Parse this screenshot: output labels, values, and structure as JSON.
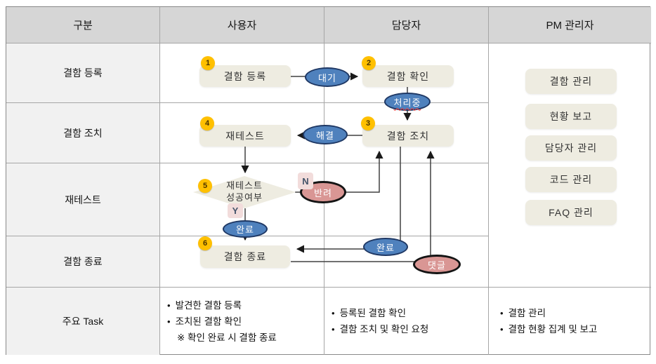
{
  "table": {
    "header": [
      "구분",
      "사용자",
      "담당자",
      "PM 관리자"
    ],
    "row_labels": [
      "결함 등록",
      "결함 조치",
      "재테스트",
      "결함 종료",
      "주요 Task"
    ]
  },
  "flow": {
    "steps": {
      "register": {
        "num": "1",
        "label": "결함 등록"
      },
      "confirm": {
        "num": "2",
        "label": "결함 확인"
      },
      "action": {
        "num": "3",
        "label": "결함 조치"
      },
      "retest": {
        "num": "4",
        "label": "재테스트"
      },
      "decision": {
        "num": "5",
        "label_line1": "재테스트",
        "label_line2": "성공여부"
      },
      "close": {
        "num": "6",
        "label": "결함 종료"
      }
    },
    "statuses": {
      "wait": "대기",
      "in_progress": "처리중",
      "resolved": "해결",
      "reject": "반려",
      "complete_user": "완료",
      "complete_manager": "완료",
      "comment": "댓글"
    },
    "branches": {
      "no": "N",
      "yes": "Y"
    }
  },
  "pm_menu": [
    "결함 관리",
    "현황 보고",
    "담당자 관리",
    "코드 관리",
    "FAQ 관리"
  ],
  "tasks": {
    "user": [
      "발견한 결함 등록",
      "조치된 결함 확인",
      "※ 확인 완료 시 결함 종료"
    ],
    "manager": [
      "등록된 결함 확인",
      "결함 조치 및 확인 요청"
    ],
    "pm": [
      "결함 관리",
      "결함 현황 집계 및 보고"
    ]
  },
  "colors": {
    "status_blue": "#4f81bd",
    "status_blue_border": "#1f3864",
    "reject_pink": "#d99694",
    "badge_yellow": "#ffc000",
    "shape_beige": "#eeece1",
    "branch_label_bg": "#f2dcdb",
    "header_gray": "#d6d6d6",
    "label_col_gray": "#f1f1f1"
  }
}
